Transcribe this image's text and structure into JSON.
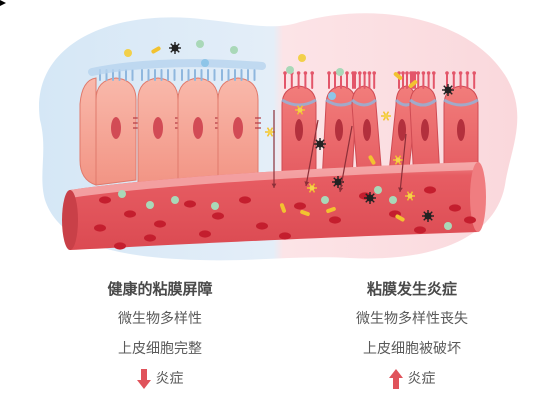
{
  "left": {
    "title": "健康的粘膜屏障",
    "line1": "微生物多样性",
    "line2": "上皮细胞完整",
    "line3": "炎症",
    "arrow_direction": "down"
  },
  "right": {
    "title": "粘膜发生炎症",
    "line1": "微生物多样性丧失",
    "line2": "上皮细胞被破坏",
    "line3": "炎症",
    "arrow_direction": "up"
  },
  "colors": {
    "healthy_bg": "#dbeaf7",
    "inflamed_bg": "#fbe0e3",
    "healthy_cell": "#f4a79a",
    "inflamed_cell": "#ec6b6e",
    "nucleus": "#d24b55",
    "vessel": "#e0535b",
    "rbc": "#c41e2e",
    "arrow": "#e0535b",
    "text": "#4a4a4a"
  },
  "icons": [
    "bacteria-icon",
    "virus-icon",
    "rod-bacteria-icon",
    "blood-cell-icon",
    "arrow-down-icon",
    "arrow-up-icon"
  ]
}
